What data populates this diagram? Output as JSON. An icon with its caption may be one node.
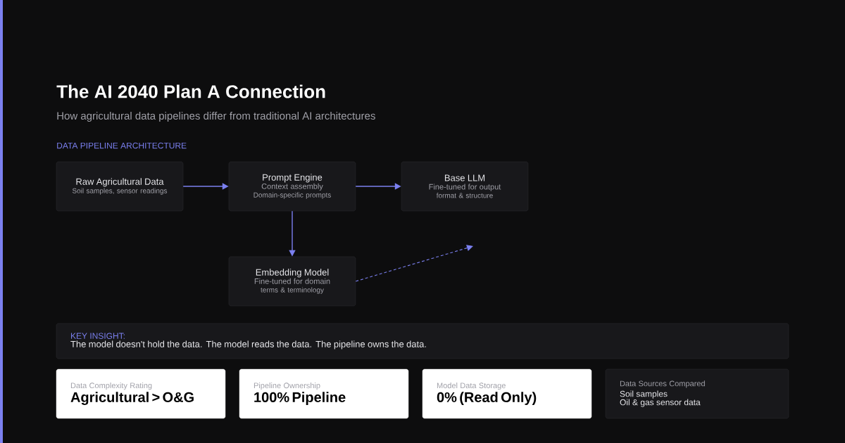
{
  "diagram": {
    "title": "The AI 2040 Plan A Connection",
    "caption": "How agricultural data pipelines differ from traditional AI architectures",
    "nodes": [
      {
        "text": [
          "Raw Agricultural Data",
          "Soil samples, sensor readings"
        ]
      },
      {
        "text": [
          "Prompt Engine",
          "Context assembly",
          "Domain-specific prompts"
        ]
      },
      {
        "text": [
          "Base LLM",
          "Fine-tuned for output",
          "format & structure"
        ]
      },
      {
        "text": [
          "Embedding Model",
          "Fine-tuned for domain",
          "terms & terminology"
        ]
      },
      {
        "text": [
          "KEY INSIGHT:",
          "The model doesn't hold the data. The model reads the data. The pipeline owns the data."
        ]
      },
      {
        "text": [
          "Data Complexity Rating",
          "Agricultural > O&G"
        ]
      },
      {
        "text": [
          "Pipeline Ownership",
          "100% Pipeline"
        ]
      },
      {
        "text": [
          "Model Data Storage",
          "0% (Read Only)"
        ]
      },
      {
        "text": [
          "Data Sources Compared",
          "Soil samples",
          "Oil & gas sensor data"
        ]
      }
    ],
    "edges": [
      {
        "from": 0,
        "to": 1,
        "arrow": "to"
      },
      {
        "from": 1,
        "to": 2,
        "arrow": "to"
      },
      {
        "from": 1,
        "to": 3,
        "arrow": "to"
      },
      {
        "from": 3,
        "to": null,
        "arrow": "to",
        "style": "dashed"
      }
    ],
    "labels": [
      "DATA PIPELINE ARCHITECTURE"
    ]
  }
}
